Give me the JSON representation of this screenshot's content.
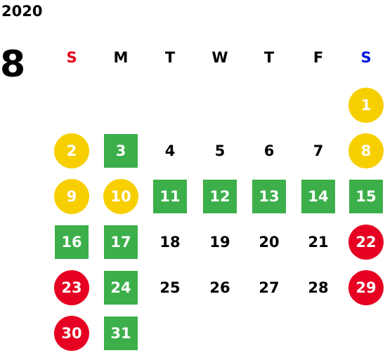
{
  "calendar": {
    "year": "2020",
    "month": "8",
    "weekdays": [
      {
        "label": "S",
        "color": "#e8001c"
      },
      {
        "label": "M",
        "color": "#000000"
      },
      {
        "label": "T",
        "color": "#000000"
      },
      {
        "label": "W",
        "color": "#000000"
      },
      {
        "label": "T",
        "color": "#000000"
      },
      {
        "label": "F",
        "color": "#000000"
      },
      {
        "label": "S",
        "color": "#0018e0"
      }
    ],
    "colors": {
      "yellow_circle": "#f7cf00",
      "green_square": "#3caf4a",
      "red_circle": "#e60021"
    },
    "weeks": [
      [
        null,
        null,
        null,
        null,
        null,
        null,
        {
          "day": "1",
          "style": "yellow_circle"
        }
      ],
      [
        {
          "day": "2",
          "style": "yellow_circle"
        },
        {
          "day": "3",
          "style": "green_square"
        },
        {
          "day": "4",
          "style": "plain"
        },
        {
          "day": "5",
          "style": "plain"
        },
        {
          "day": "6",
          "style": "plain"
        },
        {
          "day": "7",
          "style": "plain"
        },
        {
          "day": "8",
          "style": "yellow_circle"
        }
      ],
      [
        {
          "day": "9",
          "style": "yellow_circle"
        },
        {
          "day": "10",
          "style": "yellow_circle"
        },
        {
          "day": "11",
          "style": "green_square"
        },
        {
          "day": "12",
          "style": "green_square"
        },
        {
          "day": "13",
          "style": "green_square"
        },
        {
          "day": "14",
          "style": "green_square"
        },
        {
          "day": "15",
          "style": "green_square"
        }
      ],
      [
        {
          "day": "16",
          "style": "green_square"
        },
        {
          "day": "17",
          "style": "green_square"
        },
        {
          "day": "18",
          "style": "plain"
        },
        {
          "day": "19",
          "style": "plain"
        },
        {
          "day": "20",
          "style": "plain"
        },
        {
          "day": "21",
          "style": "plain"
        },
        {
          "day": "22",
          "style": "red_circle"
        }
      ],
      [
        {
          "day": "23",
          "style": "red_circle"
        },
        {
          "day": "24",
          "style": "green_square"
        },
        {
          "day": "25",
          "style": "plain"
        },
        {
          "day": "26",
          "style": "plain"
        },
        {
          "day": "27",
          "style": "plain"
        },
        {
          "day": "28",
          "style": "plain"
        },
        {
          "day": "29",
          "style": "red_circle"
        }
      ],
      [
        {
          "day": "30",
          "style": "red_circle"
        },
        {
          "day": "31",
          "style": "green_square"
        },
        null,
        null,
        null,
        null,
        null
      ]
    ]
  }
}
